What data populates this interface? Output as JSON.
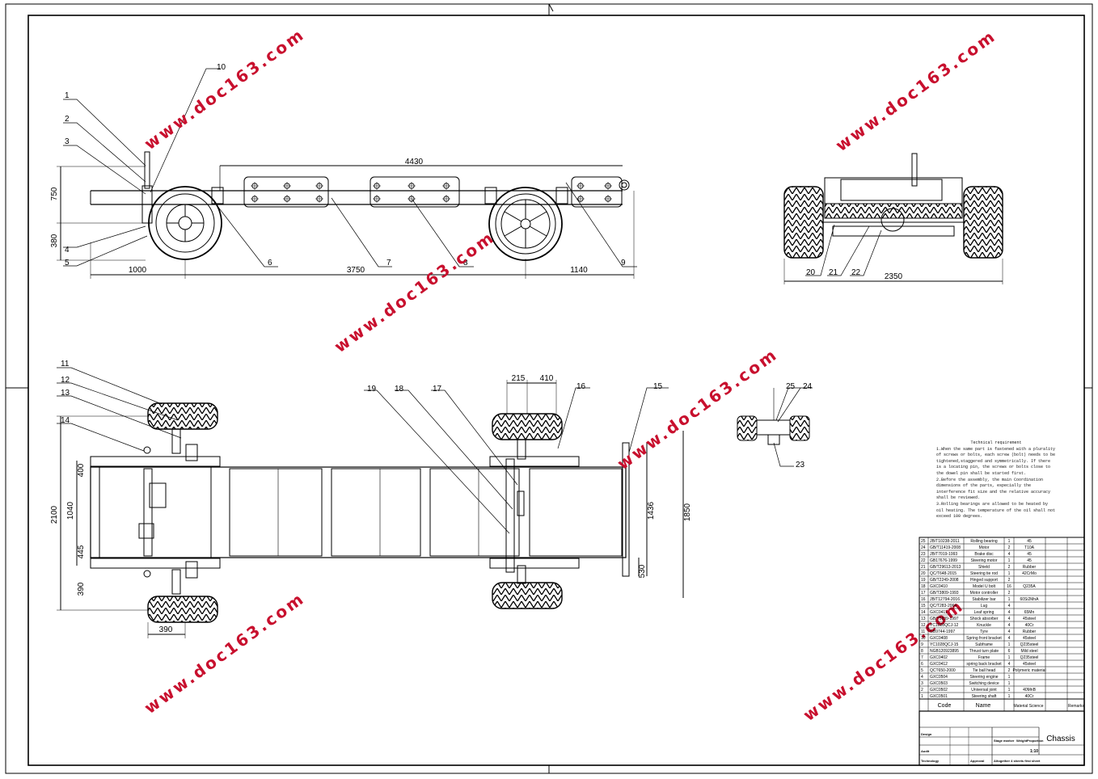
{
  "watermark": "www.doc163.com",
  "dims": {
    "d4430": "4430",
    "d750": "750",
    "d380": "380",
    "d1000": "1000",
    "d3750": "3750",
    "d1140": "1140",
    "d2350": "2350",
    "d215": "215",
    "d410": "410",
    "d2100": "2100",
    "d1040": "1040",
    "d400": "400",
    "d445": "445",
    "d390a": "390",
    "d390b": "390",
    "d1436": "1436",
    "d1850": "1850",
    "d530": "530"
  },
  "callouts": [
    "1",
    "2",
    "3",
    "4",
    "5",
    "6",
    "7",
    "8",
    "9",
    "10",
    "11",
    "12",
    "13",
    "14",
    "15",
    "16",
    "17",
    "18",
    "19",
    "20",
    "21",
    "22",
    "23",
    "24",
    "25"
  ],
  "technical_requirement": {
    "title": "Technical requirement",
    "items": [
      "1.When the same part is fastened with a plurality of screws or bolts, each screw (bolt) needs to be tightened,staggered and symmetrically. If there is a locating pin, the screws or bolts close to the dowel pin shall be started first.",
      "2.Before the assembly, the main Coordination dimensions of the parts, especially the interference fit size and the relative accuracy shall be reviewed.",
      "3.Rolling bearings are allowed to be heated by oil heating. The temperature of the oil shall not exceed 100 degrees."
    ]
  },
  "bom": {
    "header": {
      "code": "Code",
      "name": "Name",
      "material": "Material Science",
      "remarks": "Remarks"
    },
    "rows": [
      {
        "no": "25",
        "code": "JB/T10238-2011",
        "name": "Rolling bearing",
        "qty": "1",
        "material": "45"
      },
      {
        "no": "24",
        "code": "GB/T11419-2008",
        "name": "Motor",
        "qty": "2",
        "material": "T10A"
      },
      {
        "no": "23",
        "code": "JB/T7019-1993",
        "name": "Brake disc",
        "qty": "4",
        "material": "45"
      },
      {
        "no": "22",
        "code": "GB17676-1999",
        "name": "Steering motor",
        "qty": "1",
        "material": "45"
      },
      {
        "no": "21",
        "code": "GB/T29613-2013",
        "name": "Shield",
        "qty": "2",
        "material": "Rubber"
      },
      {
        "no": "20",
        "code": "QC/T648-2015",
        "name": "Steering tie rod",
        "qty": "1",
        "material": "42CrMo"
      },
      {
        "no": "19",
        "code": "GB/T2249-2008",
        "name": "Hinged support",
        "qty": "2",
        "material": ""
      },
      {
        "no": "18",
        "code": "GXC0410",
        "name": "Model U bolt",
        "qty": "16",
        "material": "Q235A"
      },
      {
        "no": "17",
        "code": "GB/T3809-1993",
        "name": "Motor controller",
        "qty": "2",
        "material": ""
      },
      {
        "no": "16",
        "code": "JB/T12794-2016",
        "name": "Stabilizer bar",
        "qty": "1",
        "material": "60Si2MnA"
      },
      {
        "no": "15",
        "code": "QC/T283-2064",
        "name": "Lug",
        "qty": "4",
        "material": ""
      },
      {
        "no": "14",
        "code": "GXC0411",
        "name": "Leaf spring",
        "qty": "4",
        "material": "65Mn"
      },
      {
        "no": "13",
        "code": "GB/T5839-1997",
        "name": "Shock absorber",
        "qty": "4",
        "material": "45steel"
      },
      {
        "no": "12",
        "code": "YC1028QCJ-12",
        "name": "Knuckle",
        "qty": "4",
        "material": "40Cr"
      },
      {
        "no": "11",
        "code": "GB9744-1997",
        "name": "Tyre",
        "qty": "4",
        "material": "Rubber"
      },
      {
        "no": "10",
        "code": "GXC0408",
        "name": "Spring front bracket",
        "qty": "4",
        "material": "45steel"
      },
      {
        "no": "9",
        "code": "YC1028QCJ-15",
        "name": "Subframe",
        "qty": "1",
        "material": "Q235steel"
      },
      {
        "no": "8",
        "code": "NGB120923895",
        "name": "Thrust turn plate",
        "qty": "6",
        "material": "Mild steel"
      },
      {
        "no": "7",
        "code": "GXC0402",
        "name": "Frame",
        "qty": "1",
        "material": "Q235steel"
      },
      {
        "no": "6",
        "code": "GXC0412",
        "name": "spring back bracket",
        "qty": "4",
        "material": "45steel"
      },
      {
        "no": "5",
        "code": "QCT650-2000",
        "name": "Tie ball head",
        "qty": "2",
        "material": "Polymeric material"
      },
      {
        "no": "4",
        "code": "GXC0504",
        "name": "Steering engine",
        "qty": "1",
        "material": ""
      },
      {
        "no": "3",
        "code": "GXC0503",
        "name": "Switching device",
        "qty": "1",
        "material": ""
      },
      {
        "no": "2",
        "code": "GXC0502",
        "name": "Universal joint",
        "qty": "1",
        "material": "40MnB"
      },
      {
        "no": "1",
        "code": "GXC0501",
        "name": "Steering shaft",
        "qty": "1",
        "material": "40Cr"
      }
    ]
  },
  "title_block": {
    "drawing_name": "Chassis",
    "scale": "1:10",
    "subtitle": "Altogether 4 sheets first sheet",
    "fields": [
      "Design",
      "Audit",
      "Technology",
      "Approval",
      "Stage marker",
      "Weight",
      "Proportion"
    ]
  }
}
